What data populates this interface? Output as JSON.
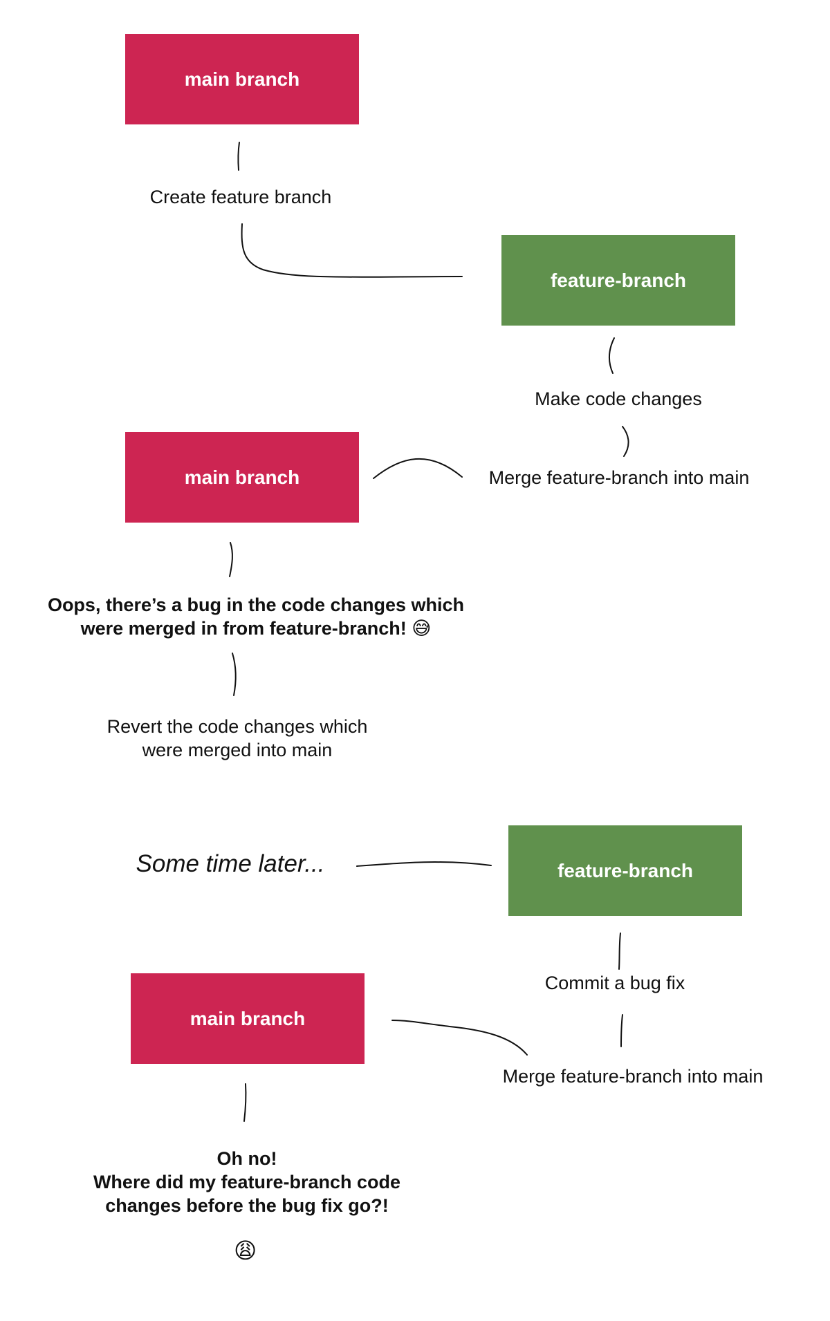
{
  "nodes": {
    "main1": "main branch",
    "feature1": "feature-branch",
    "main2": "main branch",
    "feature2": "feature-branch",
    "main3": "main branch"
  },
  "labels": {
    "create_feature": "Create feature branch",
    "make_changes": "Make code changes",
    "merge1": "Merge feature-branch into main",
    "oops_line1": "Oops, there’s a bug in the code changes which",
    "oops_line2": "were merged in from feature-branch!",
    "revert_line1": "Revert the code changes which",
    "revert_line2": "were merged into main",
    "some_time_later": "Some time later...",
    "commit_fix": "Commit a bug fix",
    "merge2": "Merge feature-branch into main",
    "oh_no_line1": "Oh no!",
    "oh_no_line2": "Where did my feature-branch code",
    "oh_no_line3": "changes before the bug fix go?!"
  },
  "emojis": {
    "oops": "😅",
    "oh_no": "😩"
  },
  "colors": {
    "main_branch": "#cd2552",
    "feature_branch": "#60914d"
  }
}
